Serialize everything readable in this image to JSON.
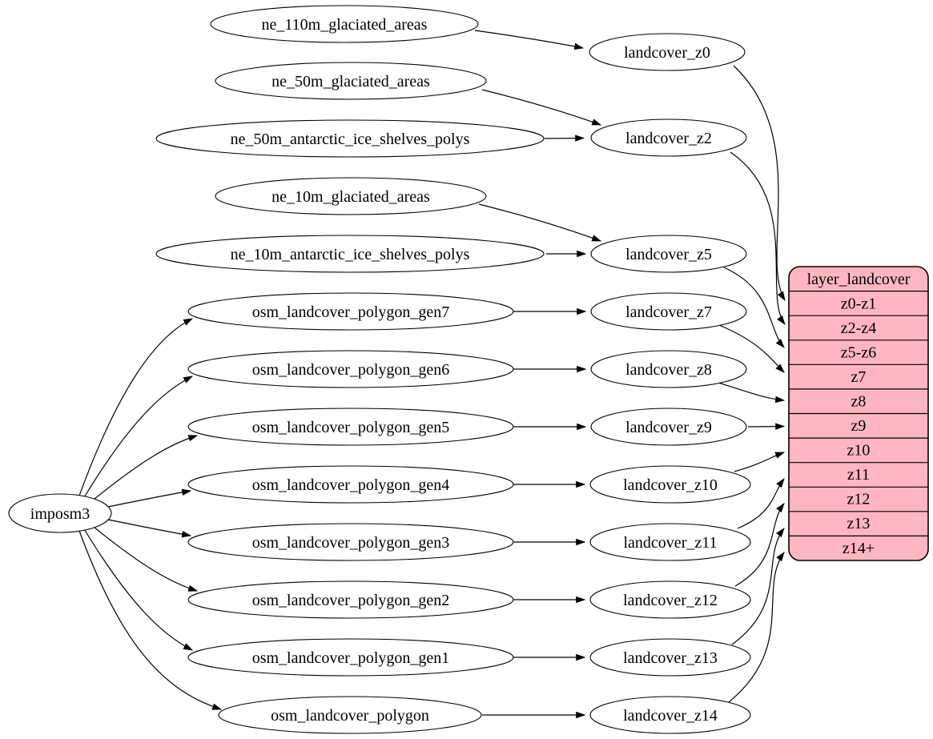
{
  "diagram": {
    "type": "etl-flow-graph",
    "background": "#ffffff",
    "colors": {
      "node_fill": "#ffffff",
      "node_stroke": "#000000",
      "edge_stroke": "#000000",
      "table_fill": "#ffb6c1",
      "table_stroke": "#000000",
      "text": "#000000"
    },
    "nodes": {
      "imposm3": "imposm3",
      "ne_110m_glaciated_areas": "ne_110m_glaciated_areas",
      "ne_50m_glaciated_areas": "ne_50m_glaciated_areas",
      "ne_50m_antarctic_ice_shelves_polys": "ne_50m_antarctic_ice_shelves_polys",
      "ne_10m_glaciated_areas": "ne_10m_glaciated_areas",
      "ne_10m_antarctic_ice_shelves_polys": "ne_10m_antarctic_ice_shelves_polys",
      "osm_landcover_polygon_gen7": "osm_landcover_polygon_gen7",
      "osm_landcover_polygon_gen6": "osm_landcover_polygon_gen6",
      "osm_landcover_polygon_gen5": "osm_landcover_polygon_gen5",
      "osm_landcover_polygon_gen4": "osm_landcover_polygon_gen4",
      "osm_landcover_polygon_gen3": "osm_landcover_polygon_gen3",
      "osm_landcover_polygon_gen2": "osm_landcover_polygon_gen2",
      "osm_landcover_polygon_gen1": "osm_landcover_polygon_gen1",
      "osm_landcover_polygon": "osm_landcover_polygon",
      "landcover_z0": "landcover_z0",
      "landcover_z2": "landcover_z2",
      "landcover_z5": "landcover_z5",
      "landcover_z7": "landcover_z7",
      "landcover_z8": "landcover_z8",
      "landcover_z9": "landcover_z9",
      "landcover_z10": "landcover_z10",
      "landcover_z11": "landcover_z11",
      "landcover_z12": "landcover_z12",
      "landcover_z13": "landcover_z13",
      "landcover_z14": "landcover_z14"
    },
    "table": {
      "title": "layer_landcover",
      "rows": [
        "z0-z1",
        "z2-z4",
        "z5-z6",
        "z7",
        "z8",
        "z9",
        "z10",
        "z11",
        "z12",
        "z13",
        "z14+"
      ]
    },
    "edges": [
      {
        "from": "ne_110m_glaciated_areas",
        "to": "landcover_z0"
      },
      {
        "from": "ne_50m_glaciated_areas",
        "to": "landcover_z2"
      },
      {
        "from": "ne_50m_antarctic_ice_shelves_polys",
        "to": "landcover_z2"
      },
      {
        "from": "ne_10m_glaciated_areas",
        "to": "landcover_z5"
      },
      {
        "from": "ne_10m_antarctic_ice_shelves_polys",
        "to": "landcover_z5"
      },
      {
        "from": "imposm3",
        "to": "osm_landcover_polygon_gen7"
      },
      {
        "from": "imposm3",
        "to": "osm_landcover_polygon_gen6"
      },
      {
        "from": "imposm3",
        "to": "osm_landcover_polygon_gen5"
      },
      {
        "from": "imposm3",
        "to": "osm_landcover_polygon_gen4"
      },
      {
        "from": "imposm3",
        "to": "osm_landcover_polygon_gen3"
      },
      {
        "from": "imposm3",
        "to": "osm_landcover_polygon_gen2"
      },
      {
        "from": "imposm3",
        "to": "osm_landcover_polygon_gen1"
      },
      {
        "from": "imposm3",
        "to": "osm_landcover_polygon"
      },
      {
        "from": "osm_landcover_polygon_gen7",
        "to": "landcover_z7"
      },
      {
        "from": "osm_landcover_polygon_gen6",
        "to": "landcover_z8"
      },
      {
        "from": "osm_landcover_polygon_gen5",
        "to": "landcover_z9"
      },
      {
        "from": "osm_landcover_polygon_gen4",
        "to": "landcover_z10"
      },
      {
        "from": "osm_landcover_polygon_gen3",
        "to": "landcover_z11"
      },
      {
        "from": "osm_landcover_polygon_gen2",
        "to": "landcover_z12"
      },
      {
        "from": "osm_landcover_polygon_gen1",
        "to": "landcover_z13"
      },
      {
        "from": "osm_landcover_polygon",
        "to": "landcover_z14"
      },
      {
        "from": "landcover_z0",
        "to": "layer_landcover:z0-z1"
      },
      {
        "from": "landcover_z2",
        "to": "layer_landcover:z2-z4"
      },
      {
        "from": "landcover_z5",
        "to": "layer_landcover:z5-z6"
      },
      {
        "from": "landcover_z7",
        "to": "layer_landcover:z7"
      },
      {
        "from": "landcover_z8",
        "to": "layer_landcover:z8"
      },
      {
        "from": "landcover_z9",
        "to": "layer_landcover:z9"
      },
      {
        "from": "landcover_z10",
        "to": "layer_landcover:z10"
      },
      {
        "from": "landcover_z11",
        "to": "layer_landcover:z11"
      },
      {
        "from": "landcover_z12",
        "to": "layer_landcover:z12"
      },
      {
        "from": "landcover_z13",
        "to": "layer_landcover:z13"
      },
      {
        "from": "landcover_z14",
        "to": "layer_landcover:z14+"
      }
    ]
  }
}
